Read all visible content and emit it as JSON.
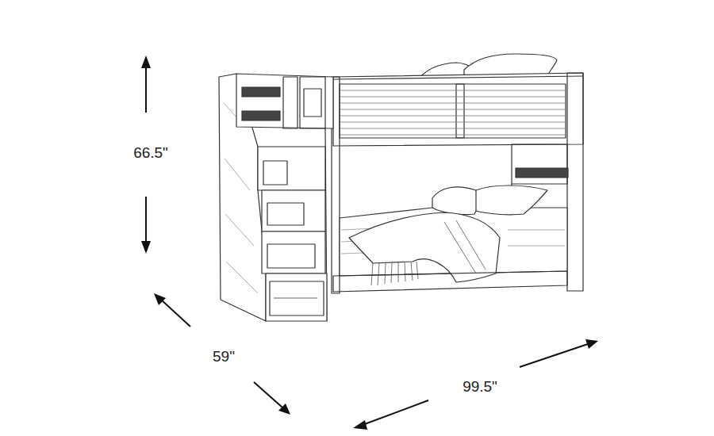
{
  "diagram": {
    "labels": [
      "66.5\"",
      "59\"",
      "99.5\""
    ]
  }
}
